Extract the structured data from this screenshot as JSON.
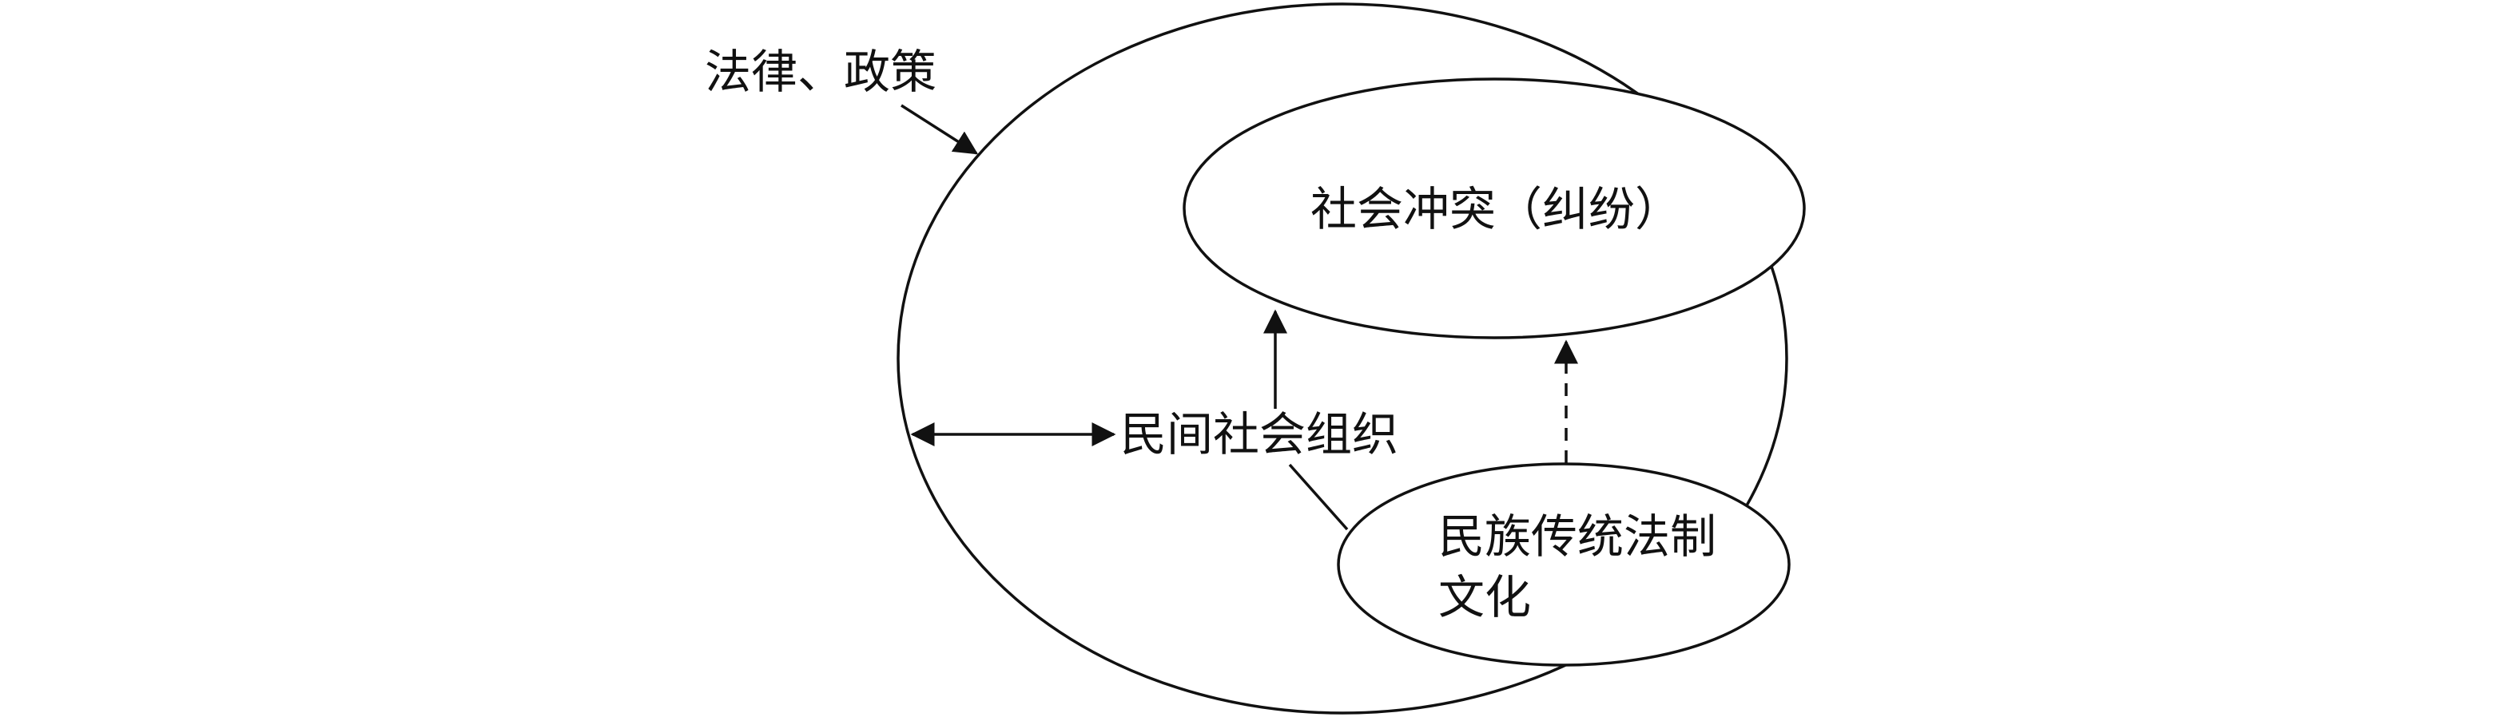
{
  "diagram": {
    "labels": {
      "law_policy": "法律、政策",
      "social_conflict": "社会冲突（纠纷）",
      "civil_org": "民间社会组织",
      "tradition_line1": "民族传统法制",
      "tradition_line2": "文化"
    }
  }
}
